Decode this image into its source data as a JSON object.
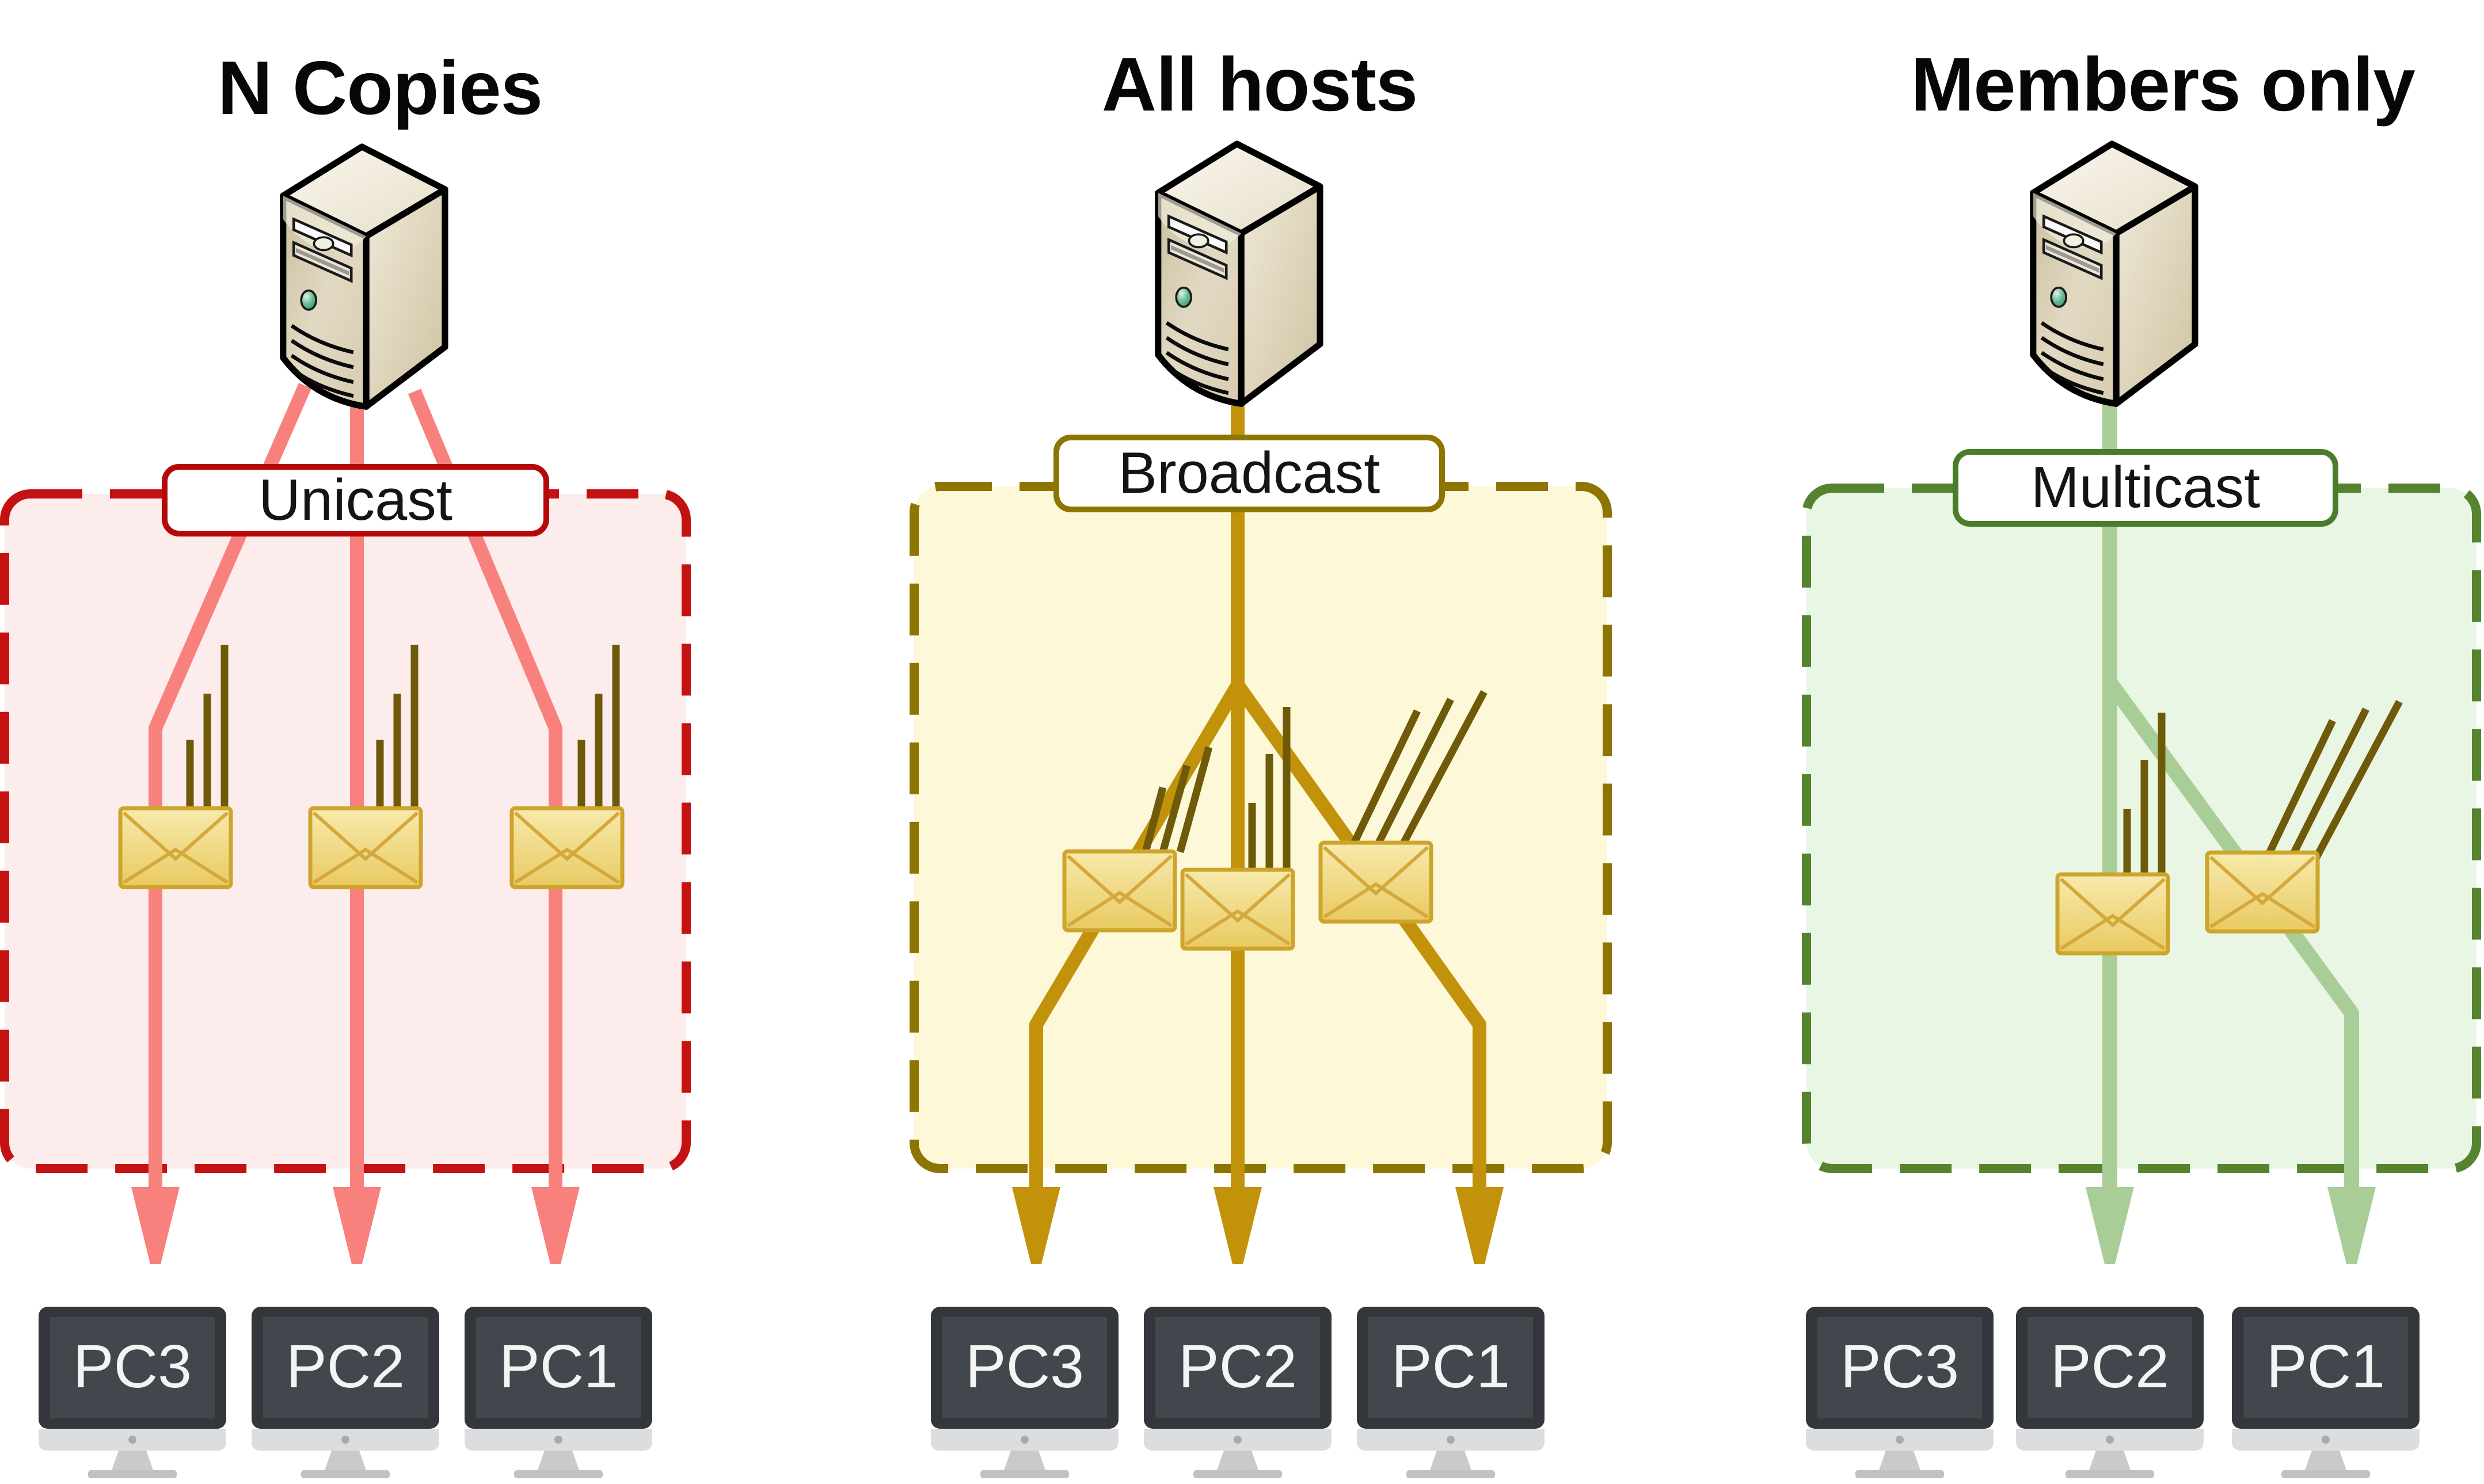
{
  "diagram": {
    "description_visible_text_only": true,
    "columns": [
      {
        "id": "unicast",
        "title": "N Copies",
        "method_label": "Unicast",
        "delivery_lines": 3,
        "envelopes": 3,
        "arrows": 3,
        "pcs": [
          "PC3",
          "PC2",
          "PC1"
        ],
        "colors": {
          "line": "#F8807D",
          "dashed_border": "#C41212",
          "label_border": "#B60808",
          "region_fill": "#FCEDEC"
        }
      },
      {
        "id": "broadcast",
        "title": "All hosts",
        "method_label": "Broadcast",
        "delivery_lines": 3,
        "envelopes": 3,
        "arrows": 3,
        "pcs": [
          "PC3",
          "PC2",
          "PC1"
        ],
        "colors": {
          "line": "#C2920B",
          "dashed_border": "#8E7400",
          "label_border": "#8E7400",
          "region_fill": "#FCF8D8"
        }
      },
      {
        "id": "multicast",
        "title": "Members only",
        "method_label": "Multicast",
        "delivery_lines": 2,
        "envelopes": 2,
        "arrows": 2,
        "pcs": [
          "PC3",
          "PC2",
          "PC1"
        ],
        "colors": {
          "line": "#A8CD96",
          "dashed_border": "#55832E",
          "label_border": "#4B7C2B",
          "region_fill": "#E9F6E3"
        }
      }
    ],
    "icons": {
      "server": "tower-server-icon",
      "envelope": "mail-envelope-icon",
      "speed_lines": "motion-lines-icon",
      "arrow": "down-arrow-icon",
      "pc": "desktop-monitor-icon"
    },
    "shared_colors": {
      "envelope_fill": "#EFD987",
      "envelope_border": "#CDA52C",
      "speed_lines": "#6E5A08",
      "title_text": "#070707",
      "pc_screen_text": "#F4F4F4",
      "background": "#FFFFFF"
    }
  }
}
